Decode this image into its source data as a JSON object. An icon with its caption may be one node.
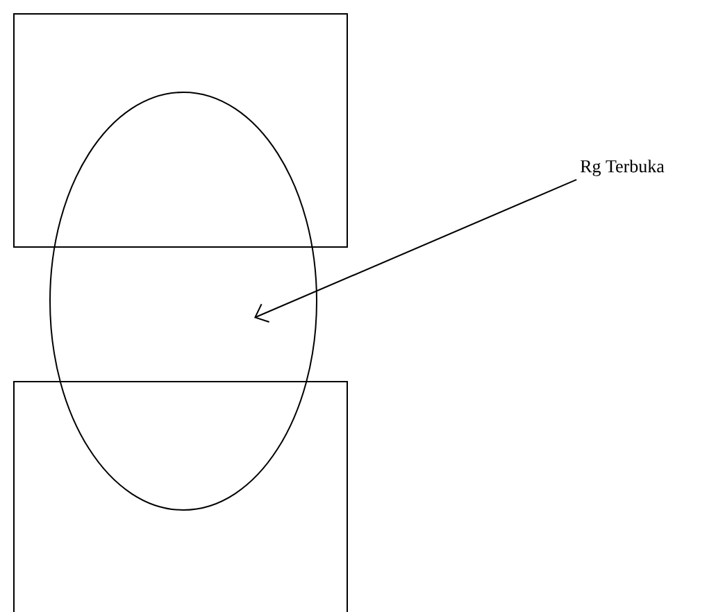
{
  "diagram": {
    "nodes": [
      {
        "text": [],
        "shape": "box"
      },
      {
        "text": [],
        "shape": "ellipse"
      },
      {
        "text": [
          "Rg Terbuka"
        ]
      },
      {
        "text": [],
        "shape": "box"
      }
    ],
    "edges": [
      {
        "from": 2,
        "to": 1,
        "arrow": "to"
      }
    ]
  }
}
